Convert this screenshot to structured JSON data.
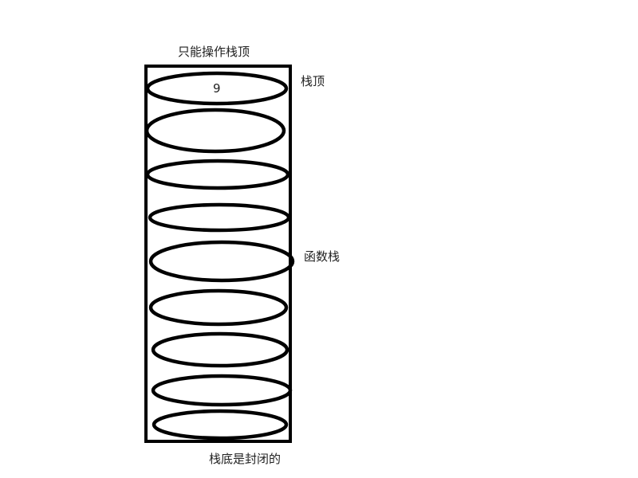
{
  "labels": {
    "top_note": "只能操作栈顶",
    "stack_top": "栈顶",
    "function_stack": "函数栈",
    "bottom_note": "栈底是封闭的"
  },
  "stack": {
    "slots": [
      {
        "value": "9"
      },
      {
        "value": ""
      },
      {
        "value": ""
      },
      {
        "value": ""
      },
      {
        "value": ""
      },
      {
        "value": ""
      },
      {
        "value": ""
      },
      {
        "value": ""
      },
      {
        "value": ""
      }
    ]
  },
  "colors": {
    "stroke": "#000000",
    "text": "#222222",
    "background": "#ffffff"
  }
}
